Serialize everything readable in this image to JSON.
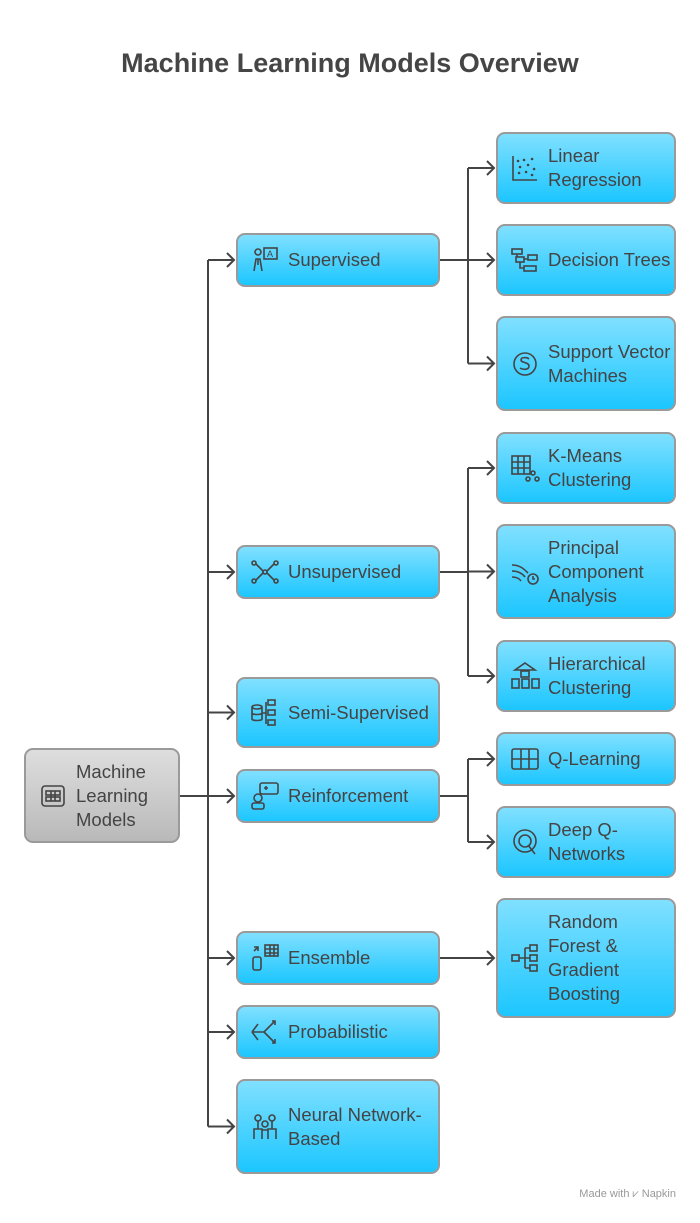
{
  "title": "Machine Learning Models Overview",
  "root": {
    "label": "Machine Learning Models",
    "icon": "grid-table-icon"
  },
  "categories": [
    {
      "label": "Supervised",
      "icon": "teacher-icon",
      "children": [
        {
          "label": "Linear Regression",
          "icon": "scatter-plot-icon"
        },
        {
          "label": "Decision Trees",
          "icon": "tree-structure-icon"
        },
        {
          "label": "Support Vector Machines",
          "icon": "s-logo-icon"
        }
      ]
    },
    {
      "label": "Unsupervised",
      "icon": "network-nodes-icon",
      "children": [
        {
          "label": "K-Means Clustering",
          "icon": "table-cluster-icon"
        },
        {
          "label": "Principal Component Analysis",
          "icon": "wind-clock-icon"
        },
        {
          "label": "Hierarchical Clustering",
          "icon": "hierarchy-building-icon"
        }
      ]
    },
    {
      "label": "Semi-Supervised",
      "icon": "database-tree-icon",
      "children": []
    },
    {
      "label": "Reinforcement",
      "icon": "robot-game-icon",
      "children": [
        {
          "label": "Q-Learning",
          "icon": "grid-icon"
        },
        {
          "label": "Deep Q-Networks",
          "icon": "q-circle-icon"
        }
      ]
    },
    {
      "label": "Ensemble",
      "icon": "phone-grid-icon",
      "children": [
        {
          "label": "Random Forest & Gradient Boosting",
          "icon": "branch-icon"
        }
      ]
    },
    {
      "label": "Probabilistic",
      "icon": "arrows-spread-icon",
      "children": []
    },
    {
      "label": "Neural Network-Based",
      "icon": "people-network-icon",
      "children": []
    }
  ],
  "footer": "Made with ⩗ Napkin",
  "colors": {
    "node_top": "#80e0ff",
    "node_bottom": "#1cc6ff",
    "root_top": "#dedede",
    "root_bottom": "#b9b9b9",
    "line": "#444444"
  }
}
